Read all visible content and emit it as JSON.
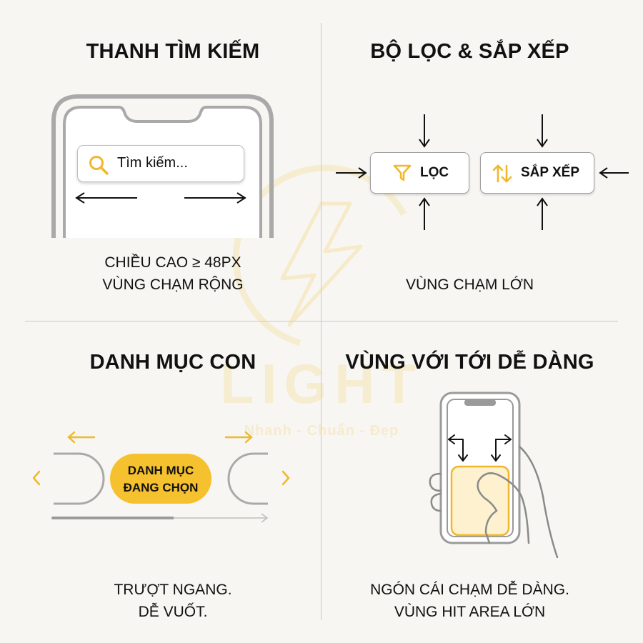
{
  "watermark": {
    "word": "LIGHT",
    "slogan": "Nhanh - Chuẩn - Đẹp"
  },
  "panels": {
    "search": {
      "title": "THANH TÌM KIẾM",
      "placeholder": "Tìm kiếm...",
      "caption_line1": "CHIỀU CAO ≥ 48PX",
      "caption_line2": "VÙNG CHẠM RỘNG"
    },
    "filter": {
      "title": "BỘ LỌC & SẮP XẾP",
      "filter_label": "LỌC",
      "sort_label": "SẮP XẾP",
      "caption": "VÙNG CHẠM LỚN"
    },
    "category": {
      "title": "DANH MỤC CON",
      "selected_line1": "DANH MỤC",
      "selected_line2": "ĐANG CHỌN",
      "caption_line1": "TRƯỢT NGANG.",
      "caption_line2": "DỄ VUỐT."
    },
    "reach": {
      "title": "VÙNG VỚI TỚI DỄ DÀNG",
      "caption_line1": "NGÓN CÁI CHẠM DỄ DÀNG.",
      "caption_line2": "VÙNG HIT AREA LỚN"
    }
  },
  "colors": {
    "accent": "#f6c12e",
    "accent_light": "#fdf1cf",
    "line": "#a8a8a8",
    "text": "#111111"
  },
  "icons": [
    "search-icon",
    "filter-icon",
    "sort-icon",
    "chevron-left-icon",
    "chevron-right-icon"
  ]
}
